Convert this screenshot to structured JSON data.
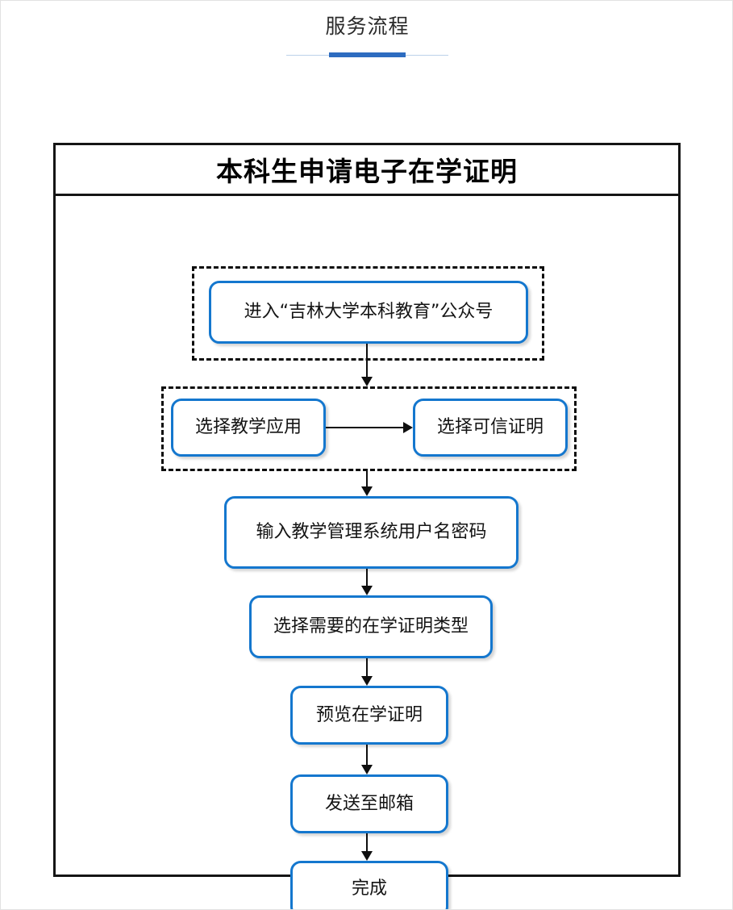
{
  "page": {
    "header": {
      "title": "服务流程",
      "accent_color": "#2d6cc0",
      "accent_light_color": "#bcd2ea"
    },
    "diagram": {
      "title": "本科生申请电子在学证明",
      "frame_color": "#151515",
      "node_border_color": "#1477ce",
      "arrow_color": "#0f0f0f",
      "groups": [
        {
          "name": "entry-group",
          "style": "dashed"
        },
        {
          "name": "selection-group",
          "style": "dashed"
        }
      ],
      "nodes": [
        {
          "id": "step-1",
          "label": "进入“吉林大学本科教育”公众号"
        },
        {
          "id": "step-2",
          "label": "选择教学应用"
        },
        {
          "id": "step-3",
          "label": "选择可信证明"
        },
        {
          "id": "step-4",
          "label": "输入教学管理系统用户名密码"
        },
        {
          "id": "step-5",
          "label": "选择需要的在学证明类型"
        },
        {
          "id": "step-6",
          "label": "预览在学证明"
        },
        {
          "id": "step-7",
          "label": "发送至邮箱"
        },
        {
          "id": "step-8",
          "label": "完成"
        }
      ],
      "edges": [
        {
          "from": "step-1",
          "to": "step-2",
          "direction": "down"
        },
        {
          "from": "step-2",
          "to": "step-3",
          "direction": "right"
        },
        {
          "from": "step-3",
          "to": "step-4",
          "direction": "down"
        },
        {
          "from": "step-4",
          "to": "step-5",
          "direction": "down"
        },
        {
          "from": "step-5",
          "to": "step-6",
          "direction": "down"
        },
        {
          "from": "step-6",
          "to": "step-7",
          "direction": "down"
        },
        {
          "from": "step-7",
          "to": "step-8",
          "direction": "down"
        }
      ]
    }
  }
}
